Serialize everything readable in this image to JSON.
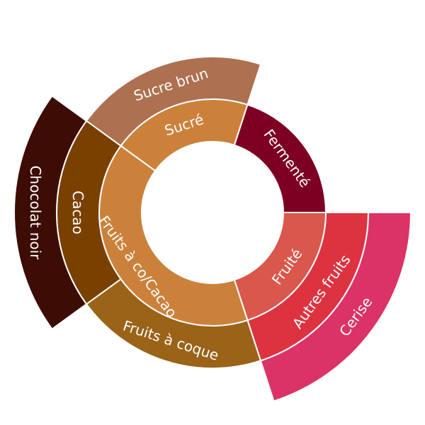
{
  "chart_data": {
    "type": "sunburst",
    "title": "",
    "start_angle_deg": -54,
    "nodes": [
      {
        "label": "Sucré",
        "value": 1,
        "color": "#cc813b",
        "children": [
          {
            "label": "Sucre brun",
            "value": 1,
            "color": "#ad7050",
            "children": []
          }
        ]
      },
      {
        "label": "Fermenté",
        "value": 1,
        "color": "#7d0022",
        "children": []
      },
      {
        "label": "Fruité",
        "value": 1,
        "color": "#d9574b",
        "children": [
          {
            "label": "Autres fruits",
            "value": 1,
            "color": "#dd3340",
            "children": [
              {
                "label": "Cerise",
                "value": 1,
                "color": "#dc3366",
                "children": []
              }
            ]
          }
        ]
      },
      {
        "label": "Fruits à co/Cacao",
        "value": 2,
        "color": "#cc813b",
        "children": [
          {
            "label": "Fruits à coque",
            "value": 1,
            "color": "#9a6318",
            "children": []
          },
          {
            "label": "Cacao",
            "value": 1,
            "color": "#7a4000",
            "children": [
              {
                "label": "Chocolat noir",
                "value": 1,
                "color": "#3d0c05",
                "children": []
              }
            ]
          }
        ]
      }
    ]
  }
}
